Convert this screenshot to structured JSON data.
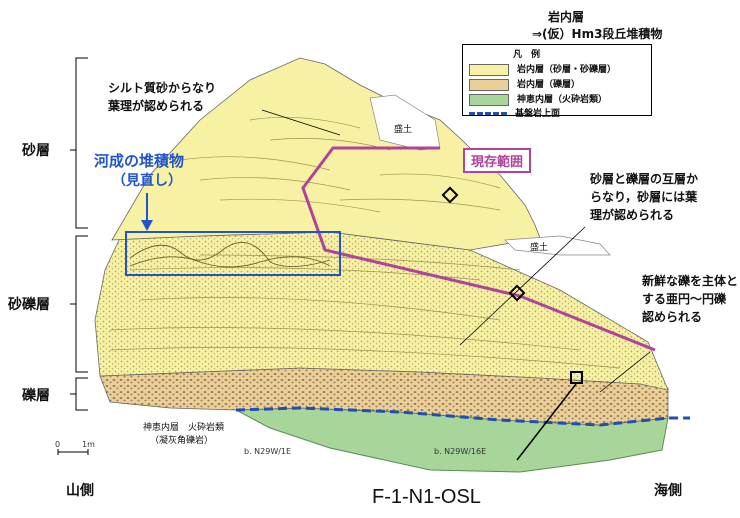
{
  "header": {
    "line1": "岩内層",
    "line2": "⇒(仮）Hm3段丘堆積物"
  },
  "legend": {
    "title": "凡　例",
    "items": [
      {
        "label": "岩内層（砂層・砂礫層）",
        "color": "#f7f2a3"
      },
      {
        "label": "岩内層（礫層）",
        "color": "#eccf98"
      },
      {
        "label": "神恵内層（火砕岩類）",
        "color": "#a8d59a"
      },
      {
        "label": "基盤岩上面",
        "color": "#1f4fb0"
      }
    ]
  },
  "layers": {
    "sand": "砂層",
    "sandy_gravel": "砂礫層",
    "gravel": "礫層"
  },
  "annotations": {
    "silt_note": [
      "シルト質砂からなり",
      "葉理が認められる"
    ],
    "fluvial": [
      "河成の堆積物",
      "（見直し）"
    ],
    "current_range": "現存範囲",
    "interbed": [
      "砂層と礫層の互層か",
      "らなり，砂層には葉",
      "理が認められる"
    ],
    "fresh_gravel": [
      "新鮮な礫を主体と",
      "する亜円～円礫",
      "認められる"
    ],
    "fill1": "盛土",
    "fill2": "盛土",
    "kamoenai": [
      "神恵内層　火砕岩類",
      "（凝灰角礫岩）"
    ],
    "strike1": "b. N29W/1E",
    "strike2": "b. N29W/16E",
    "scale_0": "0",
    "scale_1": "1m",
    "mountain_side": "山側",
    "sea_side": "海側",
    "sample": "F-1-N1-OSL"
  }
}
